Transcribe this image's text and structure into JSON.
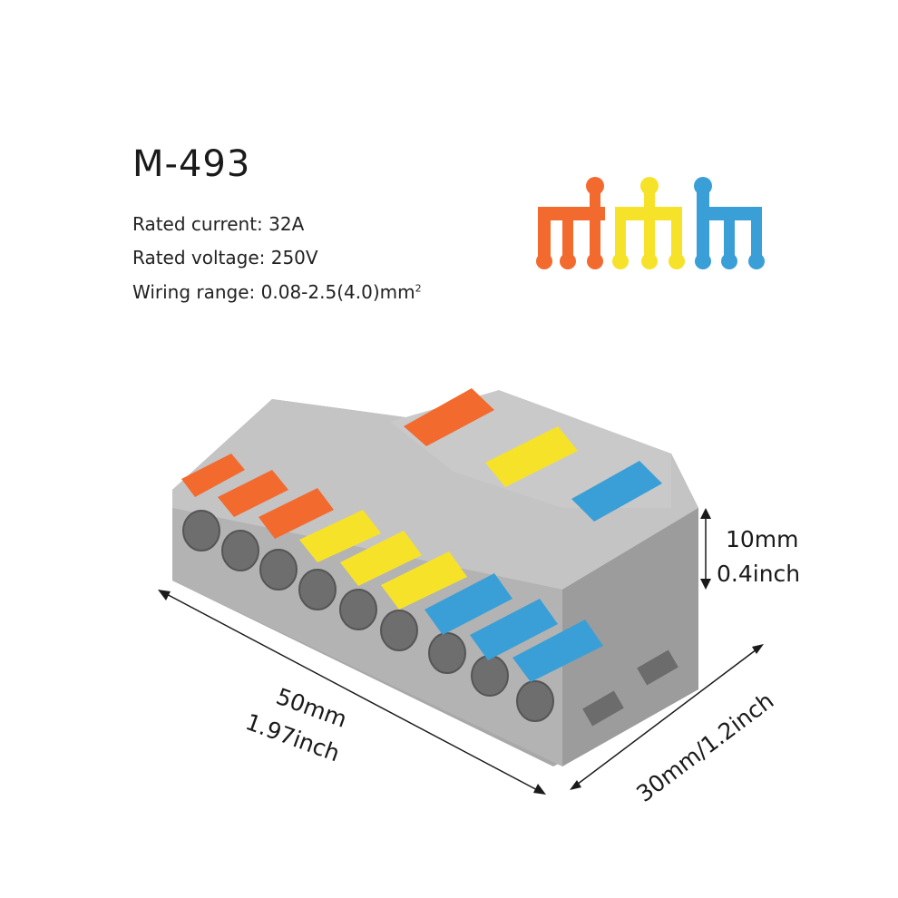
{
  "product": {
    "model": "M-493",
    "specs": {
      "rated_current": "Rated current: 32A",
      "rated_voltage": "Rated voltage: 250V",
      "wiring_range": "Wiring range: 0.08-2.5(4.0)mm",
      "wiring_range_sup": "2"
    }
  },
  "dimensions": {
    "height_mm": "10mm",
    "height_inch": "0.4inch",
    "length_mm": "50mm",
    "length_inch": "1.97inch",
    "width": "30mm/1.2inch"
  },
  "colors": {
    "orange": "#f26a2e",
    "yellow": "#f7e22a",
    "blue": "#3a9fd6",
    "housing": "#b9b9b9"
  },
  "icons": [
    "orange-branch-icon",
    "yellow-branch-icon",
    "blue-branch-icon"
  ]
}
